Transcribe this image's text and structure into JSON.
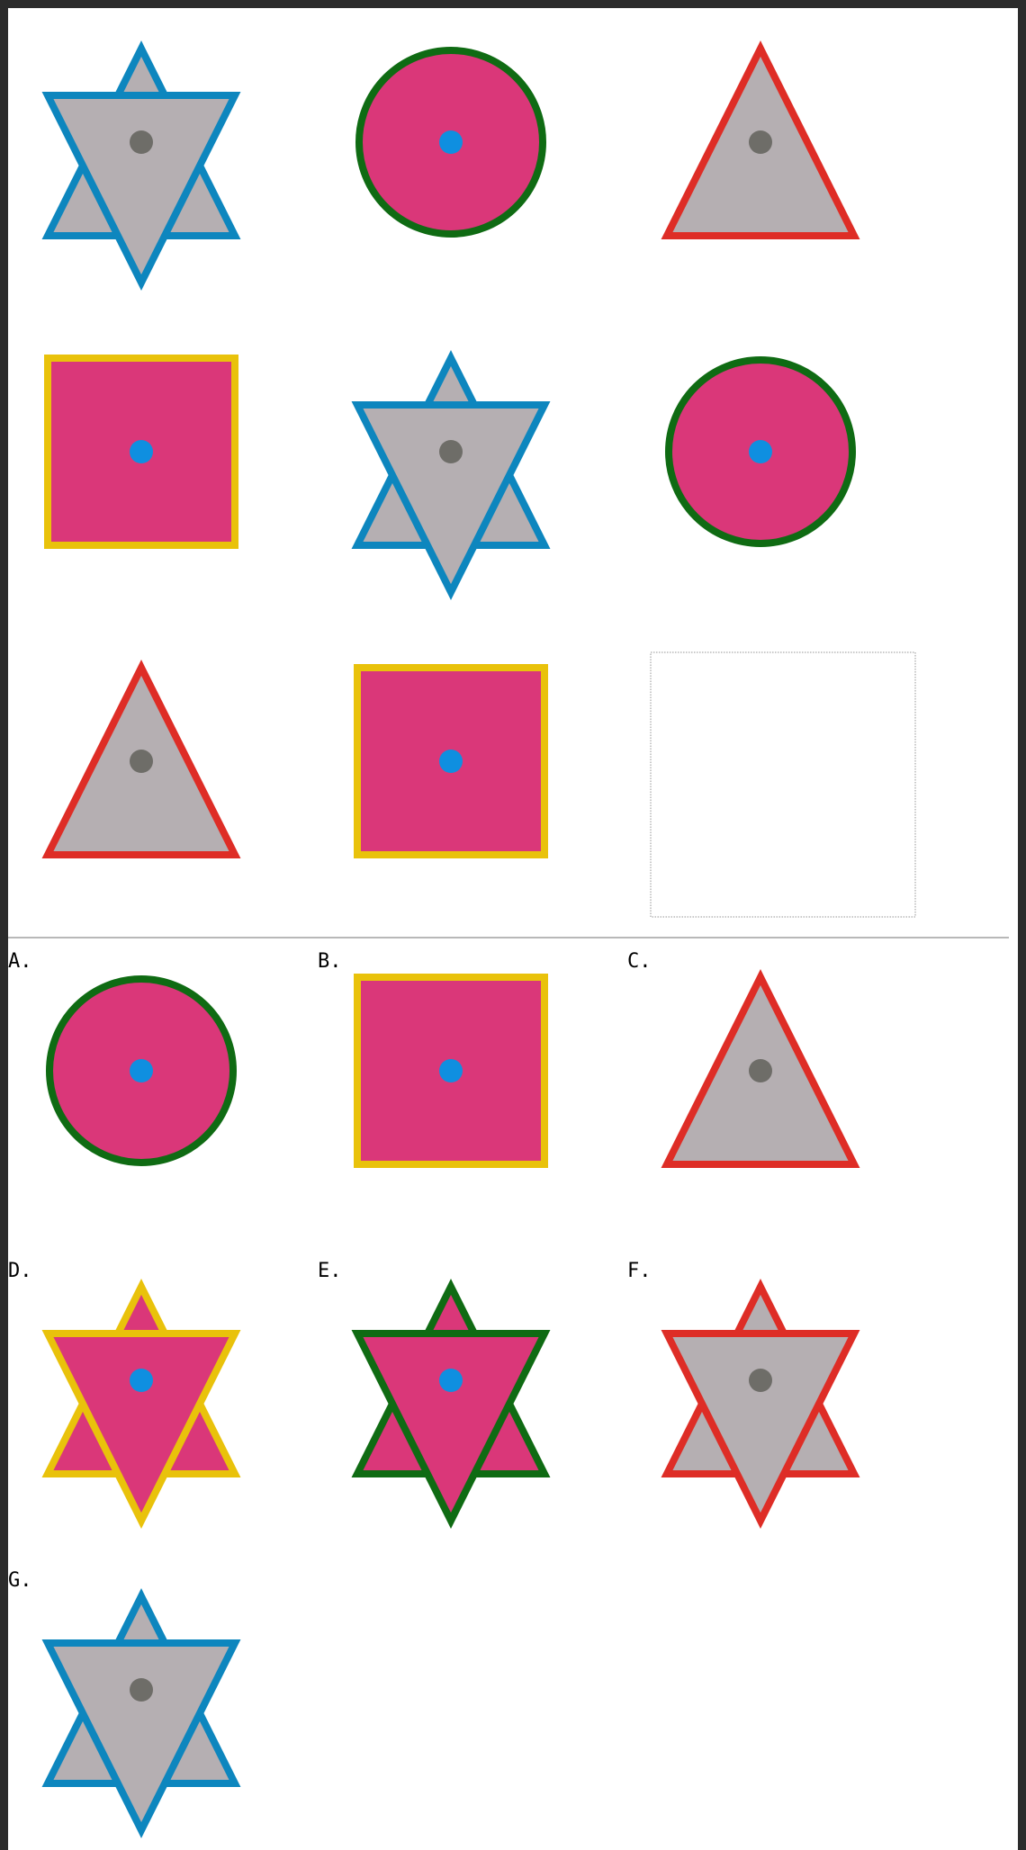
{
  "colors": {
    "gray": "#b5afb2",
    "magenta": "#da3779",
    "dot_gray": "#6e6d68",
    "dot_blue": "#0f8fe0",
    "blue": "#0d86be",
    "green": "#0f6b13",
    "red": "#de2d26",
    "yellow": "#e9c20b"
  },
  "matrix": [
    [
      {
        "shape": "star",
        "fill": "gray",
        "outline": "blue",
        "dot": "dot_gray"
      },
      {
        "shape": "circle",
        "fill": "magenta",
        "outline": "green",
        "dot": "dot_blue"
      },
      {
        "shape": "triangle",
        "fill": "gray",
        "outline": "red",
        "dot": "dot_gray"
      }
    ],
    [
      {
        "shape": "square",
        "fill": "magenta",
        "outline": "yellow",
        "dot": "dot_blue"
      },
      {
        "shape": "star",
        "fill": "gray",
        "outline": "blue",
        "dot": "dot_gray"
      },
      {
        "shape": "circle",
        "fill": "magenta",
        "outline": "green",
        "dot": "dot_blue"
      }
    ],
    [
      {
        "shape": "triangle",
        "fill": "gray",
        "outline": "red",
        "dot": "dot_gray"
      },
      {
        "shape": "square",
        "fill": "magenta",
        "outline": "yellow",
        "dot": "dot_blue"
      },
      {
        "shape": "empty"
      }
    ]
  ],
  "options": [
    {
      "label": "A.",
      "shape": "circle",
      "fill": "magenta",
      "outline": "green",
      "dot": "dot_blue"
    },
    {
      "label": "B.",
      "shape": "square",
      "fill": "magenta",
      "outline": "yellow",
      "dot": "dot_blue"
    },
    {
      "label": "C.",
      "shape": "triangle",
      "fill": "gray",
      "outline": "red",
      "dot": "dot_gray"
    },
    {
      "label": "D.",
      "shape": "star",
      "fill": "magenta",
      "outline": "yellow",
      "dot": "dot_blue"
    },
    {
      "label": "E.",
      "shape": "star",
      "fill": "magenta",
      "outline": "green",
      "dot": "dot_blue"
    },
    {
      "label": "F.",
      "shape": "star",
      "fill": "gray",
      "outline": "red",
      "dot": "dot_gray"
    },
    {
      "label": "G.",
      "shape": "star",
      "fill": "gray",
      "outline": "blue",
      "dot": "dot_gray"
    }
  ]
}
